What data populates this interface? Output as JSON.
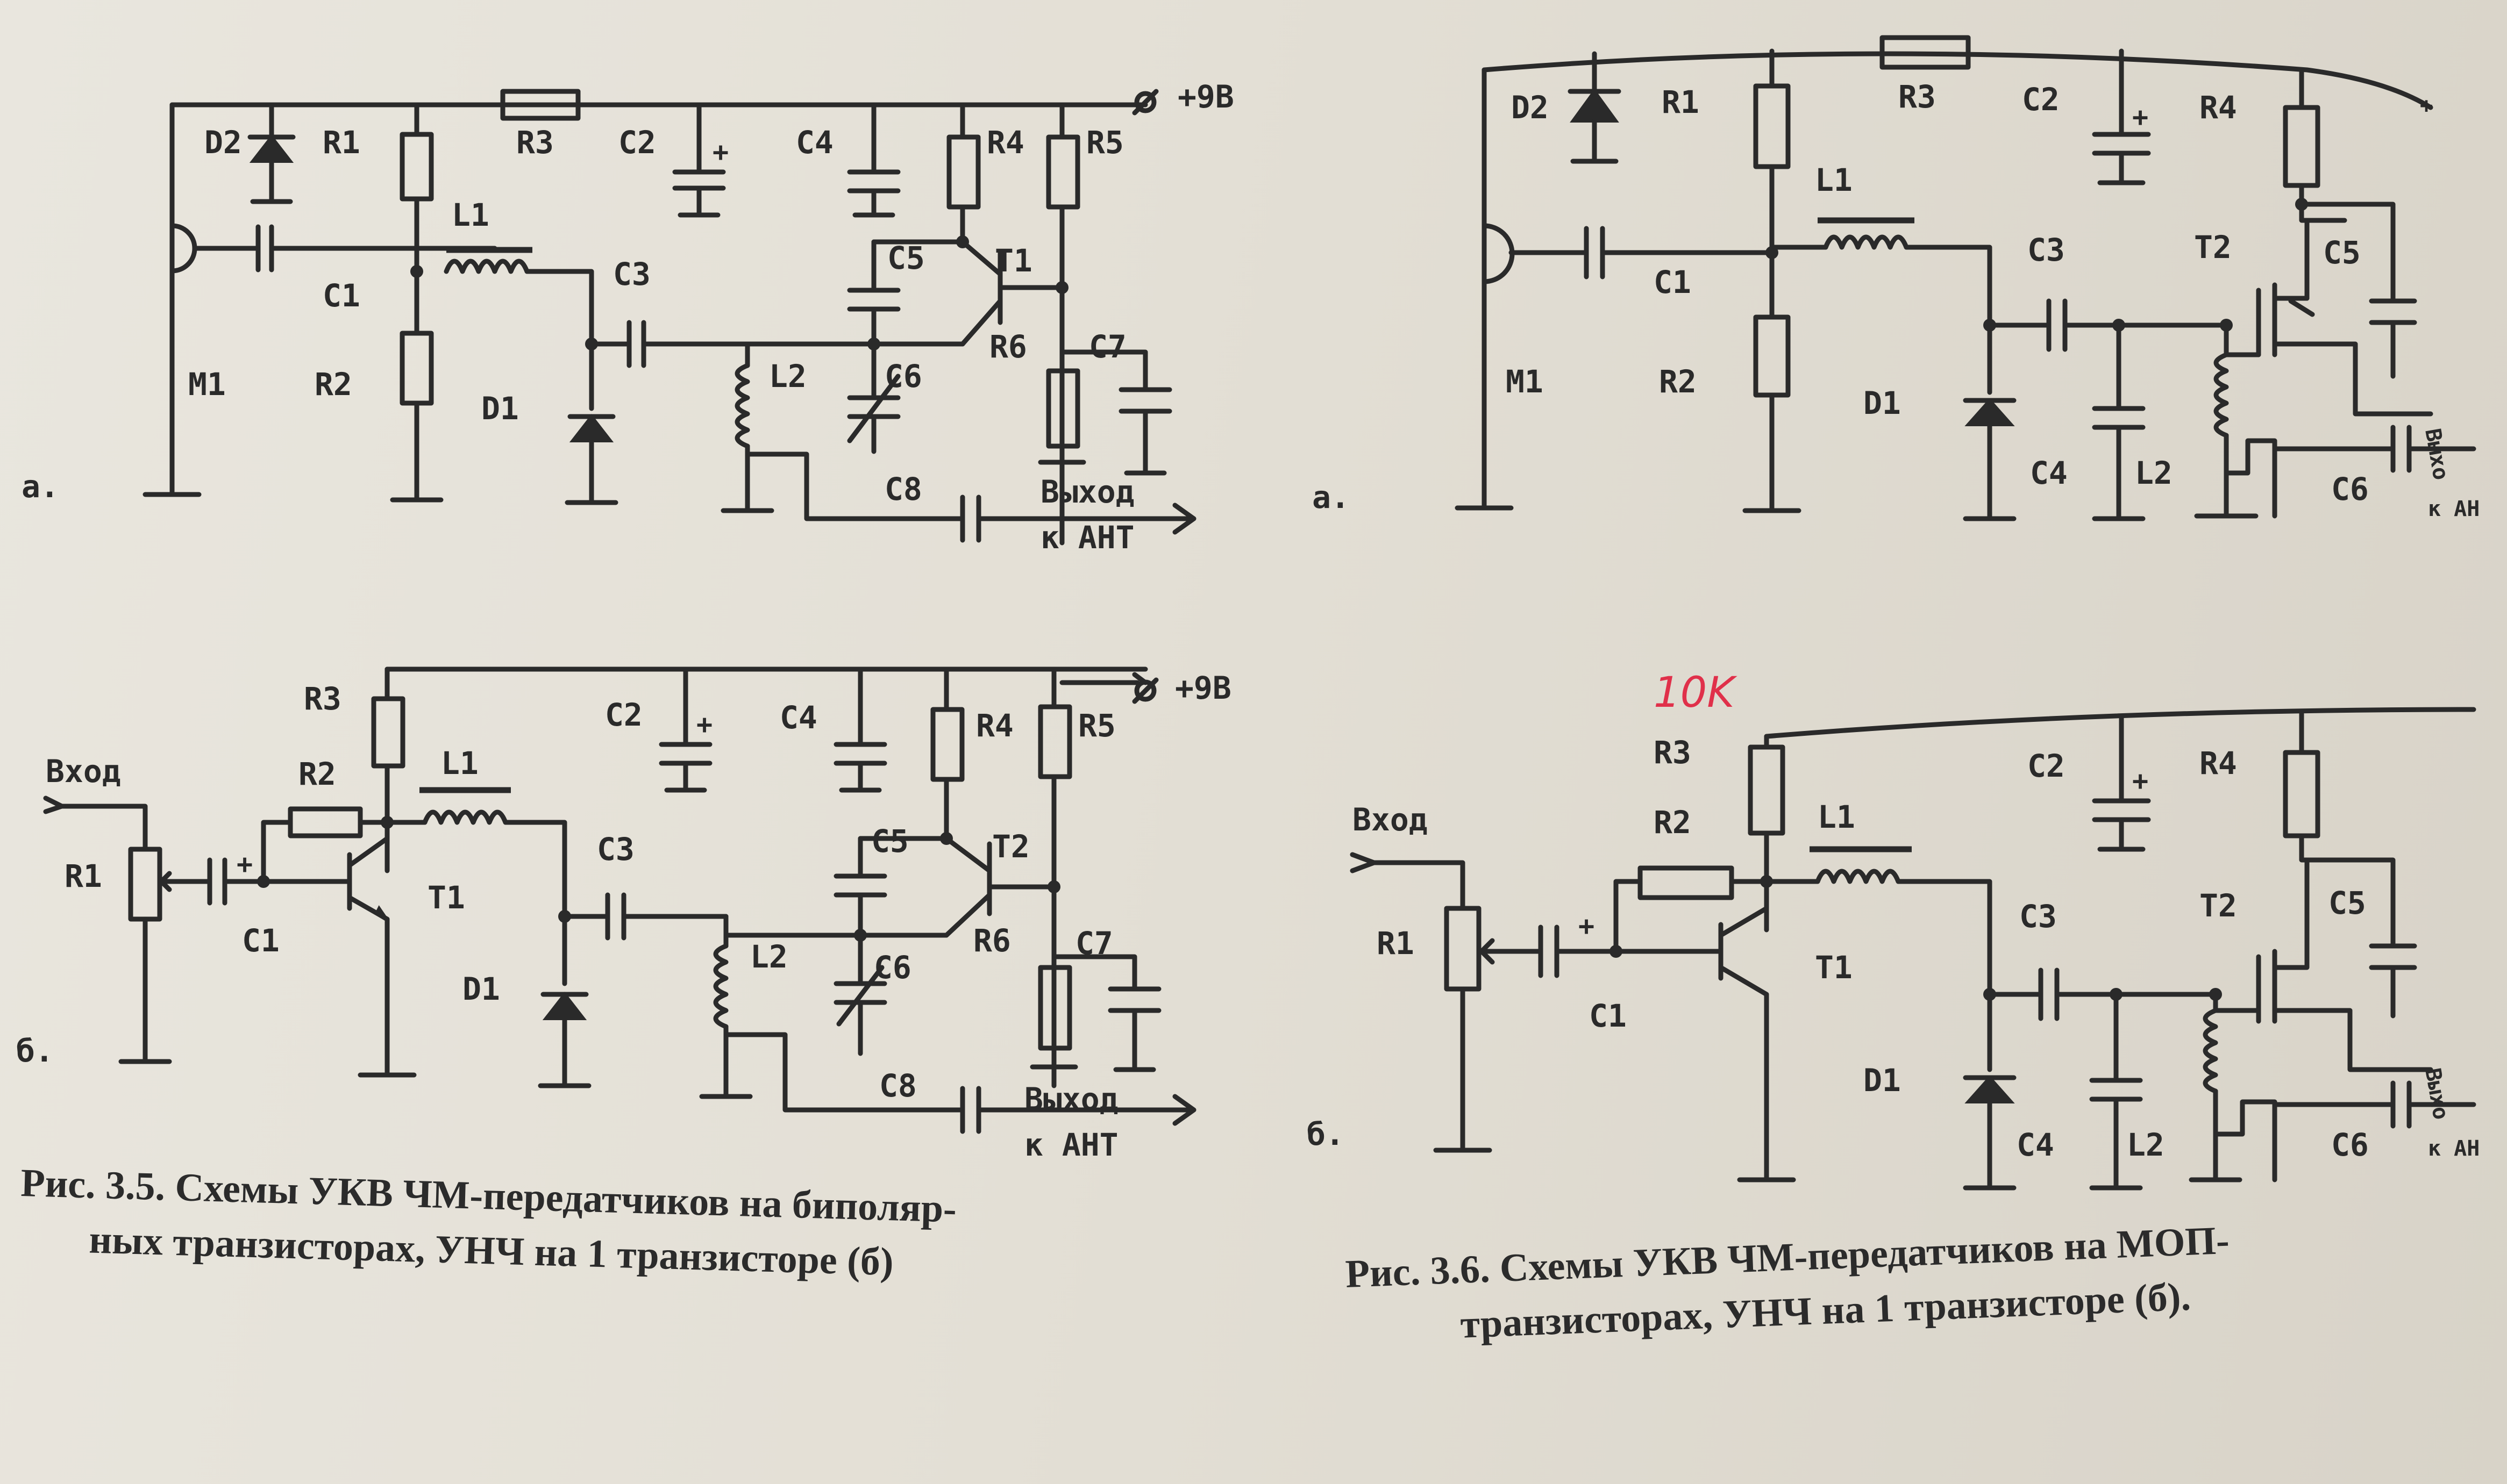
{
  "top_left": {
    "labels": {
      "D2": "D2",
      "R1": "R1",
      "R3": "R3",
      "C2": "C2",
      "C4": "C4",
      "R4": "R4",
      "R5": "R5",
      "L1": "L1",
      "C1": "C1",
      "M1": "M1",
      "R2": "R2",
      "D1": "D1",
      "C3": "C3",
      "C5": "C5",
      "T1": "T1",
      "R6": "R6",
      "C7": "C7",
      "L2": "L2",
      "C6": "C6",
      "C8": "C8",
      "supply": "+9В",
      "out1": "Выход",
      "out2": "к АНТ",
      "variant": "а.",
      "plus": "+"
    }
  },
  "bottom_left": {
    "labels": {
      "R3": "R3",
      "C2": "C2",
      "C4": "C4",
      "R4": "R4",
      "R5": "R5",
      "R2": "R2",
      "L1": "L1",
      "in": "Вход",
      "R1": "R1",
      "C1": "C1",
      "T1": "T1",
      "C3": "C3",
      "C5": "C5",
      "T2": "T2",
      "R6": "R6",
      "C7": "C7",
      "L2": "L2",
      "C6": "C6",
      "D1": "D1",
      "C8": "C8",
      "supply": "+9В",
      "out1": "Выход",
      "out2": "к АНТ",
      "variant": "б.",
      "plus": "+"
    }
  },
  "top_right": {
    "labels": {
      "D2": "D2",
      "R1": "R1",
      "R3": "R3",
      "C2": "C2",
      "R4": "R4",
      "L1": "L1",
      "C3": "C3",
      "T2": "T2",
      "C5": "C5",
      "C1": "C1",
      "M1": "M1",
      "R2": "R2",
      "D1": "D1",
      "C4": "C4",
      "L2": "L2",
      "C6": "C6",
      "variant": "а.",
      "plus": "+",
      "edge1": "Выхо",
      "edge2": "к АН"
    }
  },
  "bottom_right": {
    "annotation": "10K",
    "labels": {
      "R3": "R3",
      "C2": "C2",
      "R4": "R4",
      "R2": "R2",
      "L1": "L1",
      "in": "Вход",
      "R1": "R1",
      "C1": "C1",
      "T1": "T1",
      "C3": "C3",
      "T2": "T2",
      "C5": "C5",
      "D1": "D1",
      "C4": "C4",
      "L2": "L2",
      "C6": "C6",
      "variant": "б.",
      "plus": "+",
      "edge1": "Выхо",
      "edge2": "к АН"
    }
  },
  "captions": {
    "fig35_line1": "Рис. 3.5. Схемы УКВ ЧМ-передатчиков на биполяр-",
    "fig35_line2": "ных транзисторах, УНЧ на 1 транзисторе (б)",
    "fig36_line1": "Рис. 3.6. Схемы УКВ ЧМ-передатчиков на МОП-",
    "fig36_line2": "транзисторах, УНЧ на 1 транзисторе (б)."
  },
  "colors": {
    "ink": "#2a2a2a",
    "paper": "#e4e0d6",
    "annotation": "#e0304a"
  }
}
